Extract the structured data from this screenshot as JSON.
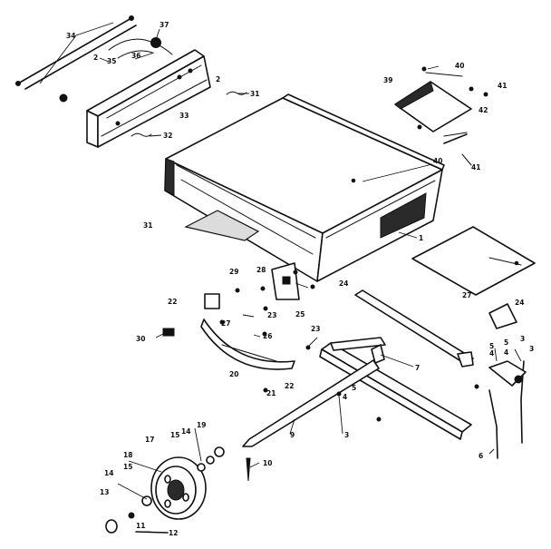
{
  "diagram": {
    "part_labels": [
      {
        "id": "p34",
        "text": "34"
      },
      {
        "id": "p37",
        "text": "37"
      },
      {
        "id": "p2a",
        "text": "2"
      },
      {
        "id": "p35",
        "text": "35"
      },
      {
        "id": "p36",
        "text": "36"
      },
      {
        "id": "p2b",
        "text": "2"
      },
      {
        "id": "p31a",
        "text": "31"
      },
      {
        "id": "p33",
        "text": "33"
      },
      {
        "id": "p32a",
        "text": "32"
      },
      {
        "id": "p39",
        "text": "39"
      },
      {
        "id": "p40a",
        "text": "40"
      },
      {
        "id": "p41a",
        "text": "41"
      },
      {
        "id": "p42",
        "text": "42"
      },
      {
        "id": "p40b",
        "text": "40"
      },
      {
        "id": "p41b",
        "text": "41"
      },
      {
        "id": "p31b",
        "text": "31"
      },
      {
        "id": "p1",
        "text": "1"
      },
      {
        "id": "p27a",
        "text": "27"
      },
      {
        "id": "p29",
        "text": "29"
      },
      {
        "id": "p28",
        "text": "28"
      },
      {
        "id": "p24a",
        "text": "24"
      },
      {
        "id": "p22a",
        "text": "22"
      },
      {
        "id": "p23a",
        "text": "23"
      },
      {
        "id": "p25",
        "text": "25"
      },
      {
        "id": "p27b",
        "text": "27"
      },
      {
        "id": "p30",
        "text": "30"
      },
      {
        "id": "p26",
        "text": "26"
      },
      {
        "id": "p23b",
        "text": "23"
      },
      {
        "id": "p20",
        "text": "20"
      },
      {
        "id": "p21",
        "text": "21"
      },
      {
        "id": "p22b",
        "text": "22"
      },
      {
        "id": "p24b",
        "text": "24"
      },
      {
        "id": "p5a",
        "text": "5"
      },
      {
        "id": "p4a",
        "text": "4"
      },
      {
        "id": "p3a",
        "text": "3"
      },
      {
        "id": "p5b",
        "text": "5"
      },
      {
        "id": "p4b",
        "text": "4"
      },
      {
        "id": "p3b",
        "text": "3"
      },
      {
        "id": "p6",
        "text": "6"
      },
      {
        "id": "p5c",
        "text": "5"
      },
      {
        "id": "p4c",
        "text": "4"
      },
      {
        "id": "p3c",
        "text": "3"
      },
      {
        "id": "p7",
        "text": "7"
      },
      {
        "id": "p9",
        "text": "9"
      },
      {
        "id": "p10",
        "text": "10"
      },
      {
        "id": "p19",
        "text": "19"
      },
      {
        "id": "p14a",
        "text": "14"
      },
      {
        "id": "p15a",
        "text": "15"
      },
      {
        "id": "p17",
        "text": "17"
      },
      {
        "id": "p18",
        "text": "18"
      },
      {
        "id": "p15b",
        "text": "15"
      },
      {
        "id": "p14b",
        "text": "14"
      },
      {
        "id": "p13",
        "text": "13"
      },
      {
        "id": "p11",
        "text": "11"
      },
      {
        "id": "p12",
        "text": "12"
      }
    ]
  }
}
